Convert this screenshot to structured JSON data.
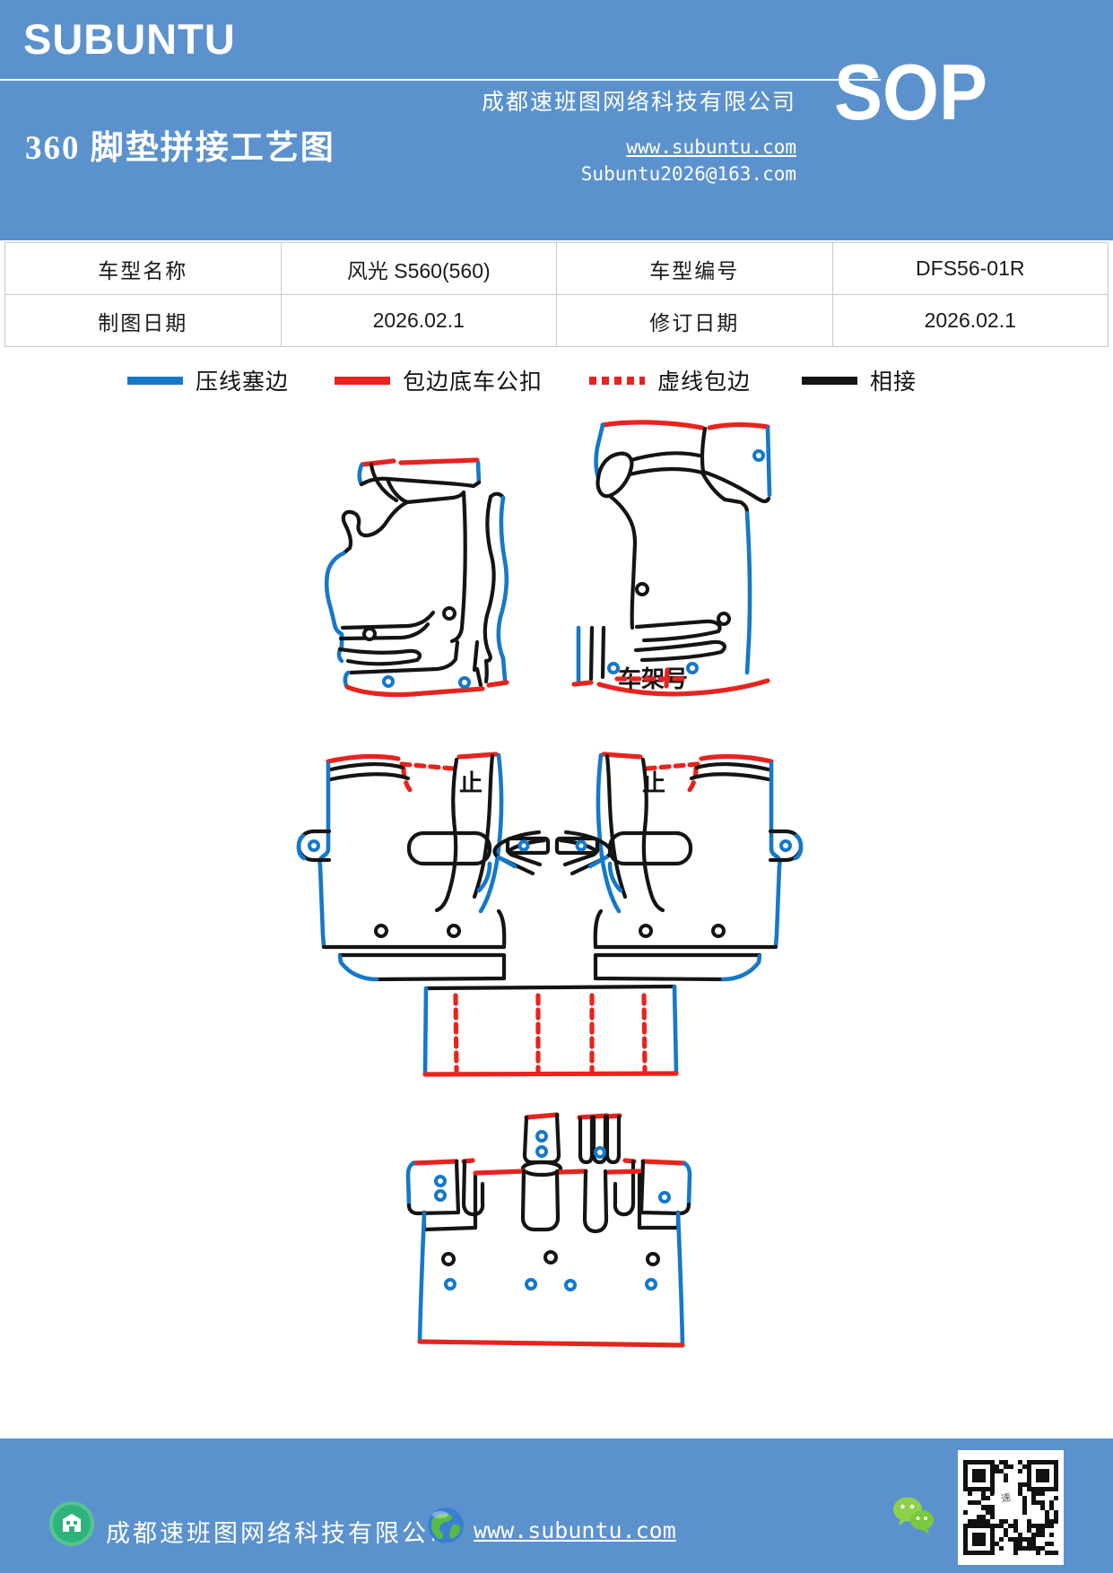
{
  "colors": {
    "header_bg": "#5b92cd",
    "line_blue": "#1678c8",
    "line_red": "#e8231e",
    "line_black": "#141414",
    "icon_green": "#2fb37c",
    "wechat_green": "#8fd04d"
  },
  "header": {
    "brand": "SUBUNTU",
    "title": "360 脚垫拼接工艺图",
    "company": "成都速班图网络科技有限公司",
    "website": "www.subuntu.com",
    "email": "Subuntu2026@163.com",
    "sop": "SOP"
  },
  "info_table": {
    "rows": [
      {
        "label1": "车型名称",
        "value1": "风光 S560(560)",
        "label2": "车型编号",
        "value2": "DFS56-01R"
      },
      {
        "label1": "制图日期",
        "value1": "2026.02.1",
        "label2": "修订日期",
        "value2": "2026.02.1"
      }
    ]
  },
  "legend": {
    "items": [
      {
        "label": "压线塞边",
        "style": "solid-blue"
      },
      {
        "label": "包边底车公扣",
        "style": "solid-red"
      },
      {
        "label": "虚线包边",
        "style": "dashed-red"
      },
      {
        "label": "相接",
        "style": "solid-black"
      }
    ]
  },
  "diagram": {
    "vin_label": "车架号",
    "stop_left": "止",
    "stop_right": "止"
  },
  "footer": {
    "company": "成都速班图网络科技有限公司",
    "website": "www.subuntu.com"
  }
}
